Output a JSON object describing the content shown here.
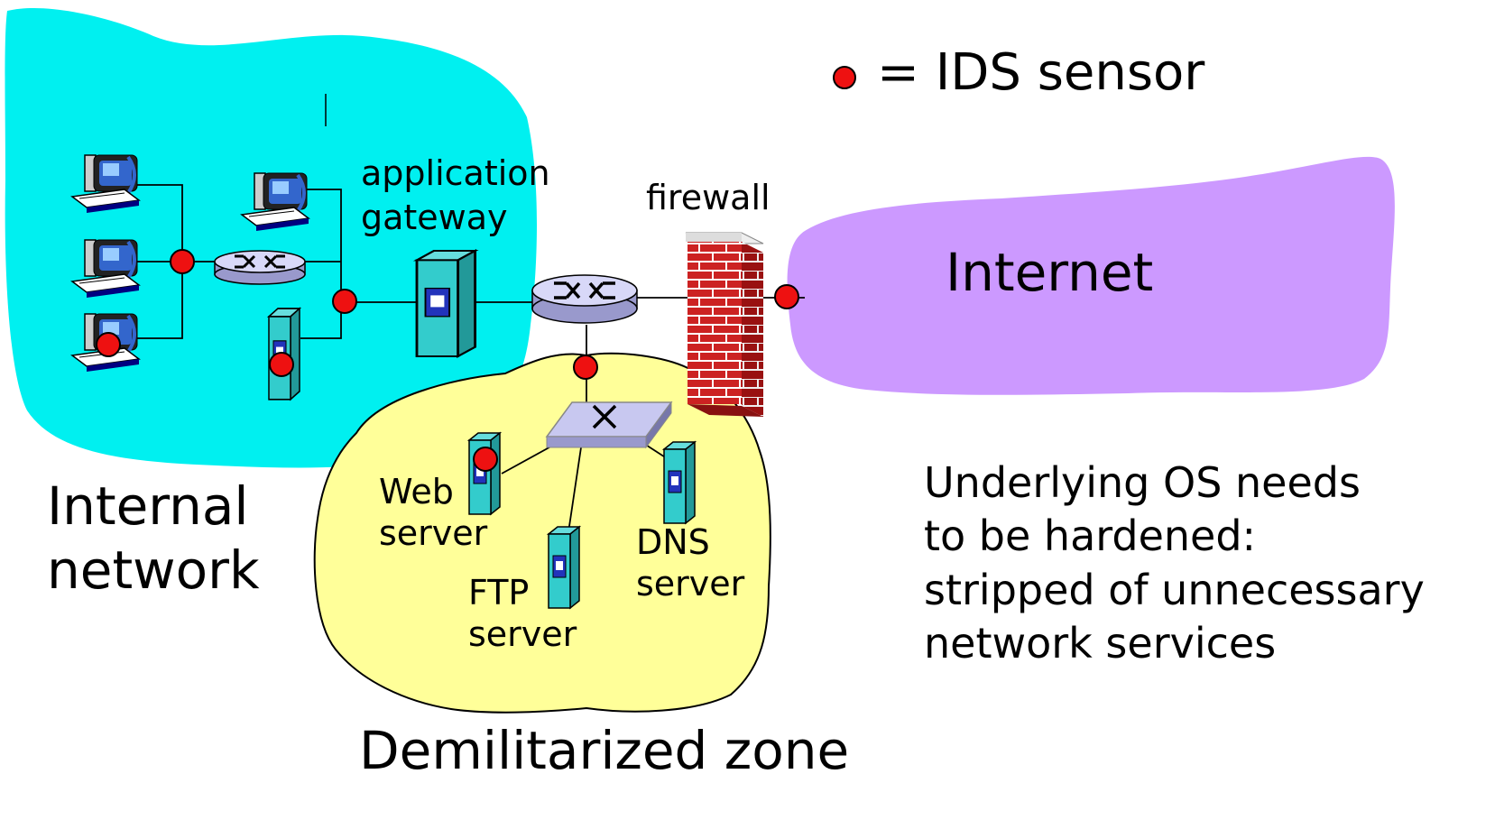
{
  "legend": {
    "text": "= IDS sensor",
    "sensor_color": "#ee1111"
  },
  "labels": {
    "application_gateway": "application\ngateway",
    "firewall": "firewall",
    "internet": "Internet",
    "internal_network": "Internal\nnetwork",
    "web_server": "Web\nserver",
    "ftp_server": "FTP\nserver",
    "dns_server": "DNS\nserver",
    "dmz": "Demilitarized zone",
    "hardening_note": "Underlying OS needs\nto be hardened:\nstripped of unnecessary\nnetwork services"
  },
  "colors": {
    "internal_cloud": "#00f0f0",
    "internet_cloud": "#cc99ff",
    "dmz_cloud": "#ffff99",
    "server": "#33cccc",
    "router": "#c8c8f0",
    "firewall_brick": "#cc2222"
  }
}
